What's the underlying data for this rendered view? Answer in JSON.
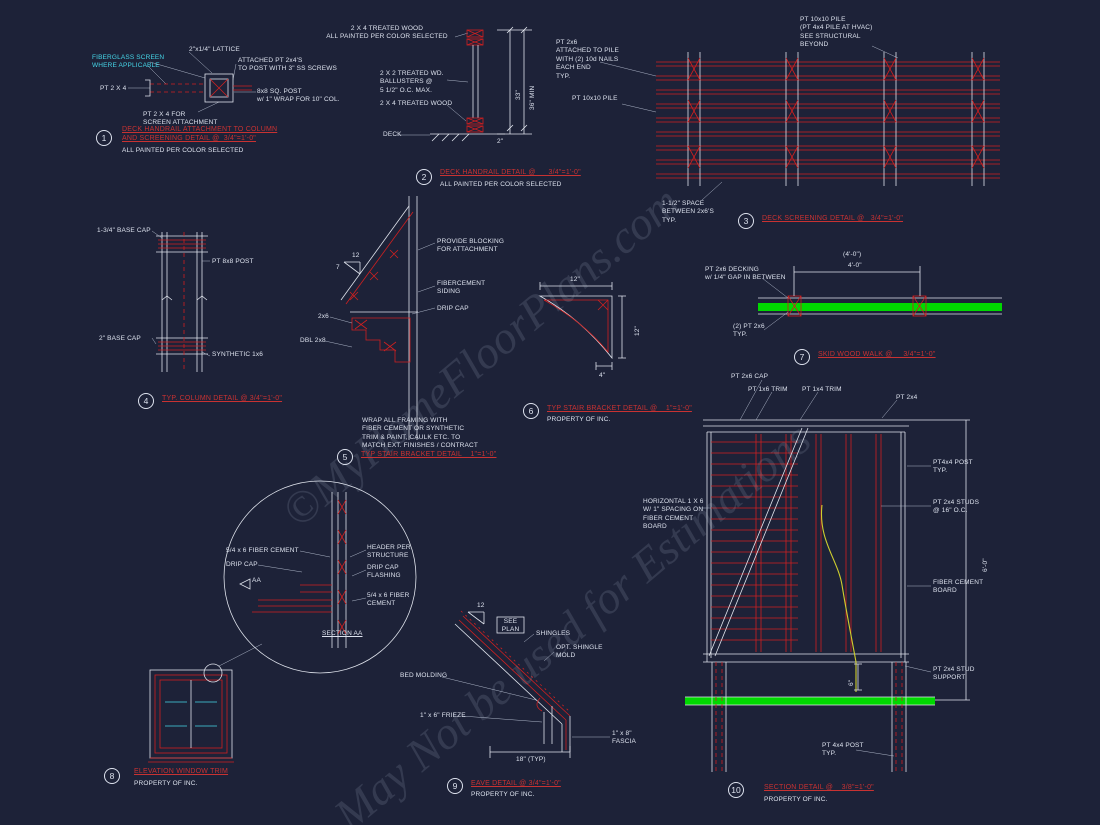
{
  "colors": {
    "background": "#1d2238",
    "line_white": "#dfe3ec",
    "line_red": "#cf2020",
    "accent_cyan": "#45d6e8",
    "accent_green": "#00d900",
    "accent_yellow": "#cfcf2e",
    "title_red": "#c83232"
  },
  "watermark": {
    "line1": "©MyHomeFloorPlans.com",
    "line2": "May Not be used for Estimations"
  },
  "d1": {
    "num": "1",
    "labels": {
      "fiberglass": "FIBERGLASS SCREEN\nWHERE APPLICABLE",
      "lattice": "2\"x1/4\" LATTICE",
      "attached": "ATTACHED PT 2x4'S\nTO POST WITH 3\" SS SCREWS",
      "pt2x4": "PT 2 X 4",
      "post": "8x8 SQ. POST\nw/ 1\" WRAP FOR 10\" COL.",
      "screen_attach": "PT 2 X 4 FOR\nSCREEN ATTACHMENT"
    },
    "title1": "DECK HANDRAIL ATTACHMENT TO COLUMN",
    "title2": "AND SCREENING DETAIL @  3/4\"=1'-0\"",
    "note": "ALL PAINTED PER COLOR SELECTED"
  },
  "d2": {
    "num": "2",
    "labels": {
      "top_note": "2 X 4 TREATED WOOD\nALL PAINTED PER COLOR SELECTED",
      "ballusters": "2 X 2 TREATED WD.\nBALLUSTERS @\n5 1/2\" O.C. MAX.",
      "bottom_rail": "2 X 4 TREATED WOOD",
      "deck": "DECK",
      "dim_36": "36\" MIN",
      "dim_33": "33\"",
      "dim_2": "2\""
    },
    "title": "DECK HANDRAIL DETAIL @      3/4\"=1'-0\"",
    "note": "ALL PAINTED PER COLOR SELECTED"
  },
  "d3": {
    "num": "3",
    "labels": {
      "pile_note": "PT 10x10 PILE\n(PT 4x4 PILE AT HVAC)\nSEE STRUCTURAL\nBEYOND",
      "pt2x6": "PT 2x6\nATTACHED TO PILE\nWITH (2) 10d NAILS\nEACH END\nTYP.",
      "pile": "PT 10x10 PILE",
      "space": "1-1/2\" SPACE\nBETWEEN 2x6'S\nTYP."
    },
    "title": "DECK SCREENING DETAIL @   3/4\"=1'-0\""
  },
  "d4": {
    "num": "4",
    "labels": {
      "base_cap_top": "1-3/4\" BASE CAP",
      "post": "PT 8x8 POST",
      "base_cap_bottom": "2\" BASE CAP",
      "synthetic": "SYNTHETIC 1x6"
    },
    "title": "TYP. COLUMN DETAIL @ 3/4\"=1'-0\""
  },
  "d5": {
    "num": "5",
    "labels": {
      "blocking": "PROVIDE BLOCKING\nFOR ATTACHMENT",
      "siding": "FIBERCEMENT\nSIDING",
      "drip": "DRIP CAP",
      "m2x6": "2x6",
      "dbl": "DBL 2x8",
      "slope_rise": "12",
      "slope_run": "7",
      "wrap": "WRAP ALL FRAMING WITH\nFIBER CEMENT OR SYNTHETIC\nTRIM & PAINT, CAULK ETC. TO\nMATCH EXT. FINISHES / CONTRACT"
    },
    "title": "TYP STAIR BRACKET DETAIL    1\"=1'-0\""
  },
  "d6": {
    "num": "6",
    "labels": {
      "dim_top": "12\"",
      "dim_right": "12\"",
      "dim_bottom": "4\""
    },
    "title": "TYP STAIR BRACKET DETAIL @    1\"=1'-0\"",
    "note": "PROPERTY OF  INC."
  },
  "d7": {
    "num": "7",
    "labels": {
      "decking": "PT 2x6 DECKING\nw/ 1/4\" GAP IN BETWEEN",
      "dim_paren": "(4'-0\")",
      "dim_span": "4'-0\"",
      "pt2x6": "(2) PT 2x6\nTYP."
    },
    "title": "SKID WOOD WALK @     3/4\"=1'-0\""
  },
  "d8": {
    "num": "8",
    "labels": {
      "fiber1": "5/4 x 6 FIBER CEMENT",
      "drip": "DRIP CAP",
      "aa": "AA",
      "header": "HEADER PER\nSTRUCTURE",
      "flashing": "DRIP CAP\nFLASHING",
      "fiber2": "5/4 x 6 FIBER\nCEMENT",
      "section": "SECTION AA"
    },
    "title": "ELEVATION WINDOW TRIM",
    "note": "PROPERTY OF  INC."
  },
  "d9": {
    "num": "9",
    "labels": {
      "slope": "12",
      "see_plan": "SEE\nPLAN",
      "shingles": "SHINGLES",
      "shingle_mold": "OPT. SHINGLE\nMOLD",
      "bed": "BED MOLDING",
      "frieze": "1\" x 6\" FRIEZE",
      "fascia": "1\" x 8\"\nFASCIA",
      "dim18": "18\" (TYP)"
    },
    "title": "EAVE DETAIL @ 3/4\"=1'-0\"",
    "note": "PROPERTY OF  INC."
  },
  "d10": {
    "num": "10",
    "labels": {
      "cap": "PT 2x6 CAP",
      "trim16": "PT 1x6 TRIM",
      "trim14": "PT 1x4 TRIM",
      "pt2x4": "PT 2x4",
      "post44": "PT4x4 POST\nTYP.",
      "studs": "PT 2x4 STUDS\n@ 16\" O.C.",
      "horizontal": "HORIZONTAL 1 X 6\nW/ 1\" SPACING ON\nFIBER CEMENT\nBOARD",
      "fiber": "FIBER CEMENT\nBOARD",
      "support": "PT 2x4 STUD\nSUPPORT",
      "post_bottom": "PT 4x4 POST\nTYP.",
      "dim_height": "6'-0\"",
      "dim_small": "6\""
    },
    "title": "SECTION DETAIL @    3/8\"=1'-0\"",
    "note": "PROPERTY OF  INC."
  }
}
